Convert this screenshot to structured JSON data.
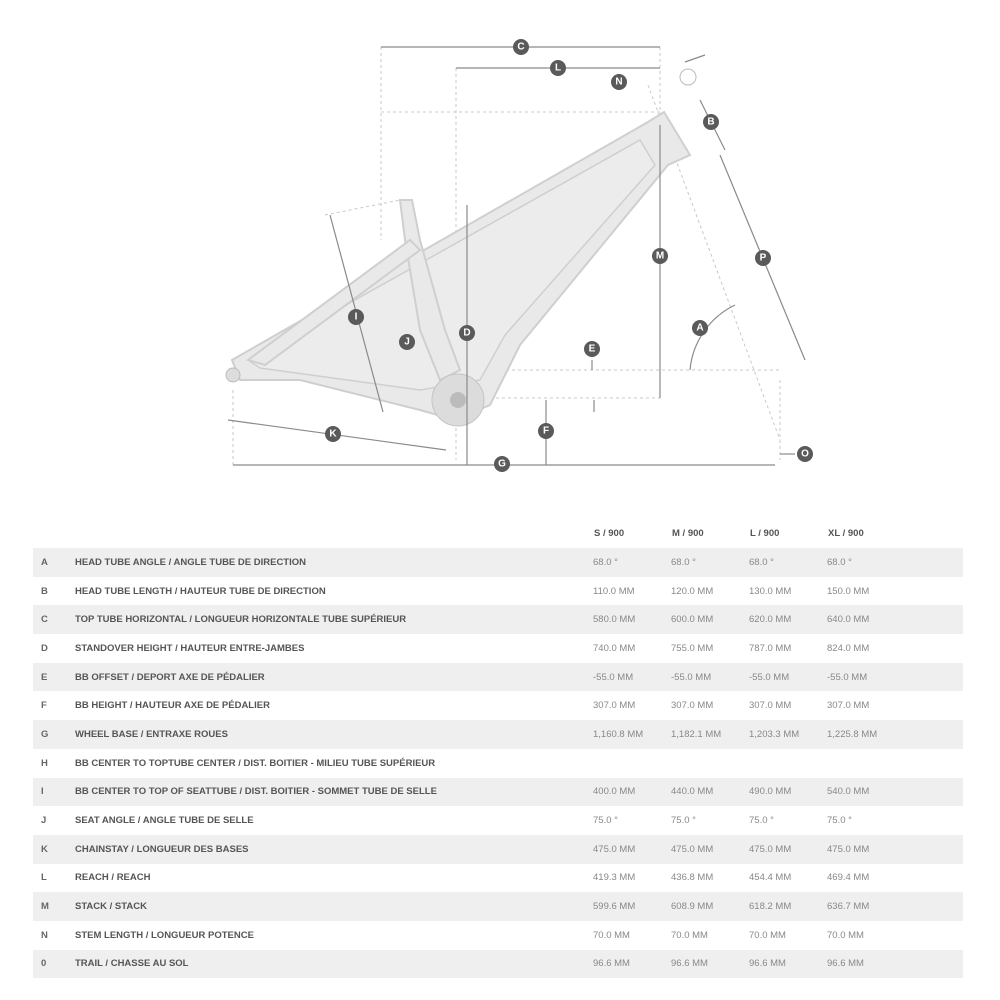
{
  "diagram": {
    "labels": [
      "C",
      "L",
      "N",
      "B",
      "M",
      "P",
      "I",
      "J",
      "D",
      "E",
      "A",
      "K",
      "F",
      "G",
      "O"
    ]
  },
  "table": {
    "sizes": [
      "S / 900",
      "M / 900",
      "L / 900",
      "XL / 900"
    ],
    "rows": [
      {
        "letter": "A",
        "label": "HEAD TUBE ANGLE / ANGLE TUBE DE DIRECTION",
        "values": [
          "68.0 °",
          "68.0 °",
          "68.0 °",
          "68.0 °"
        ]
      },
      {
        "letter": "B",
        "label": "HEAD TUBE LENGTH / HAUTEUR TUBE DE DIRECTION",
        "values": [
          "110.0 MM",
          "120.0 MM",
          "130.0 MM",
          "150.0 MM"
        ]
      },
      {
        "letter": "C",
        "label": "TOP TUBE HORIZONTAL / LONGUEUR HORIZONTALE TUBE SUPÉRIEUR",
        "values": [
          "580.0 MM",
          "600.0 MM",
          "620.0 MM",
          "640.0 MM"
        ]
      },
      {
        "letter": "D",
        "label": "STANDOVER HEIGHT / HAUTEUR ENTRE-JAMBES",
        "values": [
          "740.0 MM",
          "755.0 MM",
          "787.0 MM",
          "824.0 MM"
        ]
      },
      {
        "letter": "E",
        "label": "BB OFFSET / DEPORT AXE DE PÉDALIER",
        "values": [
          "-55.0 MM",
          "-55.0 MM",
          "-55.0 MM",
          "-55.0 MM"
        ]
      },
      {
        "letter": "F",
        "label": "BB HEIGHT / HAUTEUR AXE DE PÉDALIER",
        "values": [
          "307.0 MM",
          "307.0 MM",
          "307.0 MM",
          "307.0 MM"
        ]
      },
      {
        "letter": "G",
        "label": "WHEEL BASE / ENTRAXE ROUES",
        "values": [
          "1,160.8 MM",
          "1,182.1 MM",
          "1,203.3 MM",
          "1,225.8 MM"
        ]
      },
      {
        "letter": "H",
        "label": "BB CENTER TO TOPTUBE CENTER / DIST. BOITIER - MILIEU TUBE SUPÉRIEUR",
        "values": [
          "",
          "",
          "",
          ""
        ]
      },
      {
        "letter": "I",
        "label": "BB CENTER TO TOP OF SEATTUBE / DIST. BOITIER - SOMMET TUBE DE SELLE",
        "values": [
          "400.0 MM",
          "440.0 MM",
          "490.0 MM",
          "540.0 MM"
        ]
      },
      {
        "letter": "J",
        "label": "SEAT ANGLE / ANGLE TUBE DE SELLE",
        "values": [
          "75.0 °",
          "75.0 °",
          "75.0 °",
          "75.0 °"
        ]
      },
      {
        "letter": "K",
        "label": "CHAINSTAY / LONGUEUR DES BASES",
        "values": [
          "475.0 MM",
          "475.0 MM",
          "475.0 MM",
          "475.0 MM"
        ]
      },
      {
        "letter": "L",
        "label": "REACH / REACH",
        "values": [
          "419.3 MM",
          "436.8 MM",
          "454.4 MM",
          "469.4 MM"
        ]
      },
      {
        "letter": "M",
        "label": "STACK / STACK",
        "values": [
          "599.6 MM",
          "608.9 MM",
          "618.2 MM",
          "636.7 MM"
        ]
      },
      {
        "letter": "N",
        "label": "STEM LENGTH / LONGUEUR POTENCE",
        "values": [
          "70.0 MM",
          "70.0 MM",
          "70.0 MM",
          "70.0 MM"
        ]
      },
      {
        "letter": "0",
        "label": "TRAIL / CHASSE AU SOL",
        "values": [
          "96.6 MM",
          "96.6 MM",
          "96.6 MM",
          "96.6 MM"
        ]
      }
    ]
  }
}
